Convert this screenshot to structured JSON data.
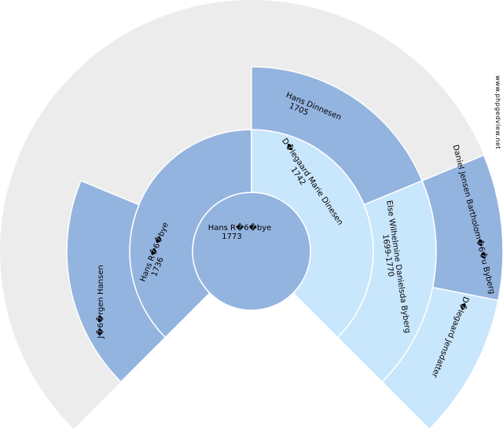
{
  "watermark": "www.phpgedview.net",
  "colors": {
    "background_ring": "#ececec",
    "male": "#94b4e0",
    "female": "#c8e6fc",
    "divider": "#ffffff",
    "text": "#000000"
  },
  "persons": [
    {
      "id": "root",
      "name": "Hans R�6�bye",
      "years": "1773",
      "sex": "male"
    },
    {
      "id": "father",
      "name": "Hans R�6�bye",
      "years": "1736",
      "sex": "male"
    },
    {
      "id": "mother",
      "name": "D�legaard Marie Dinesen",
      "years": "1742",
      "sex": "female"
    },
    {
      "id": "paternal-grandfather",
      "name": "J�6�rgen Hansen",
      "years": "",
      "sex": "male"
    },
    {
      "id": "maternal-grandfather",
      "name": "Hans Dinnesen",
      "years": "1705",
      "sex": "male"
    },
    {
      "id": "maternal-grandmother",
      "name": "Else Wilhelmine Danielsda Byberg",
      "years": "1699-1770",
      "sex": "female"
    },
    {
      "id": "maternal-great-grandfather",
      "name": "Daniel Jensen Bartholom�6�u Byberg",
      "years": "",
      "sex": "male"
    },
    {
      "id": "maternal-great-grandmother",
      "name": "D�legaard Jensdatter",
      "years": "",
      "sex": "female"
    }
  ]
}
